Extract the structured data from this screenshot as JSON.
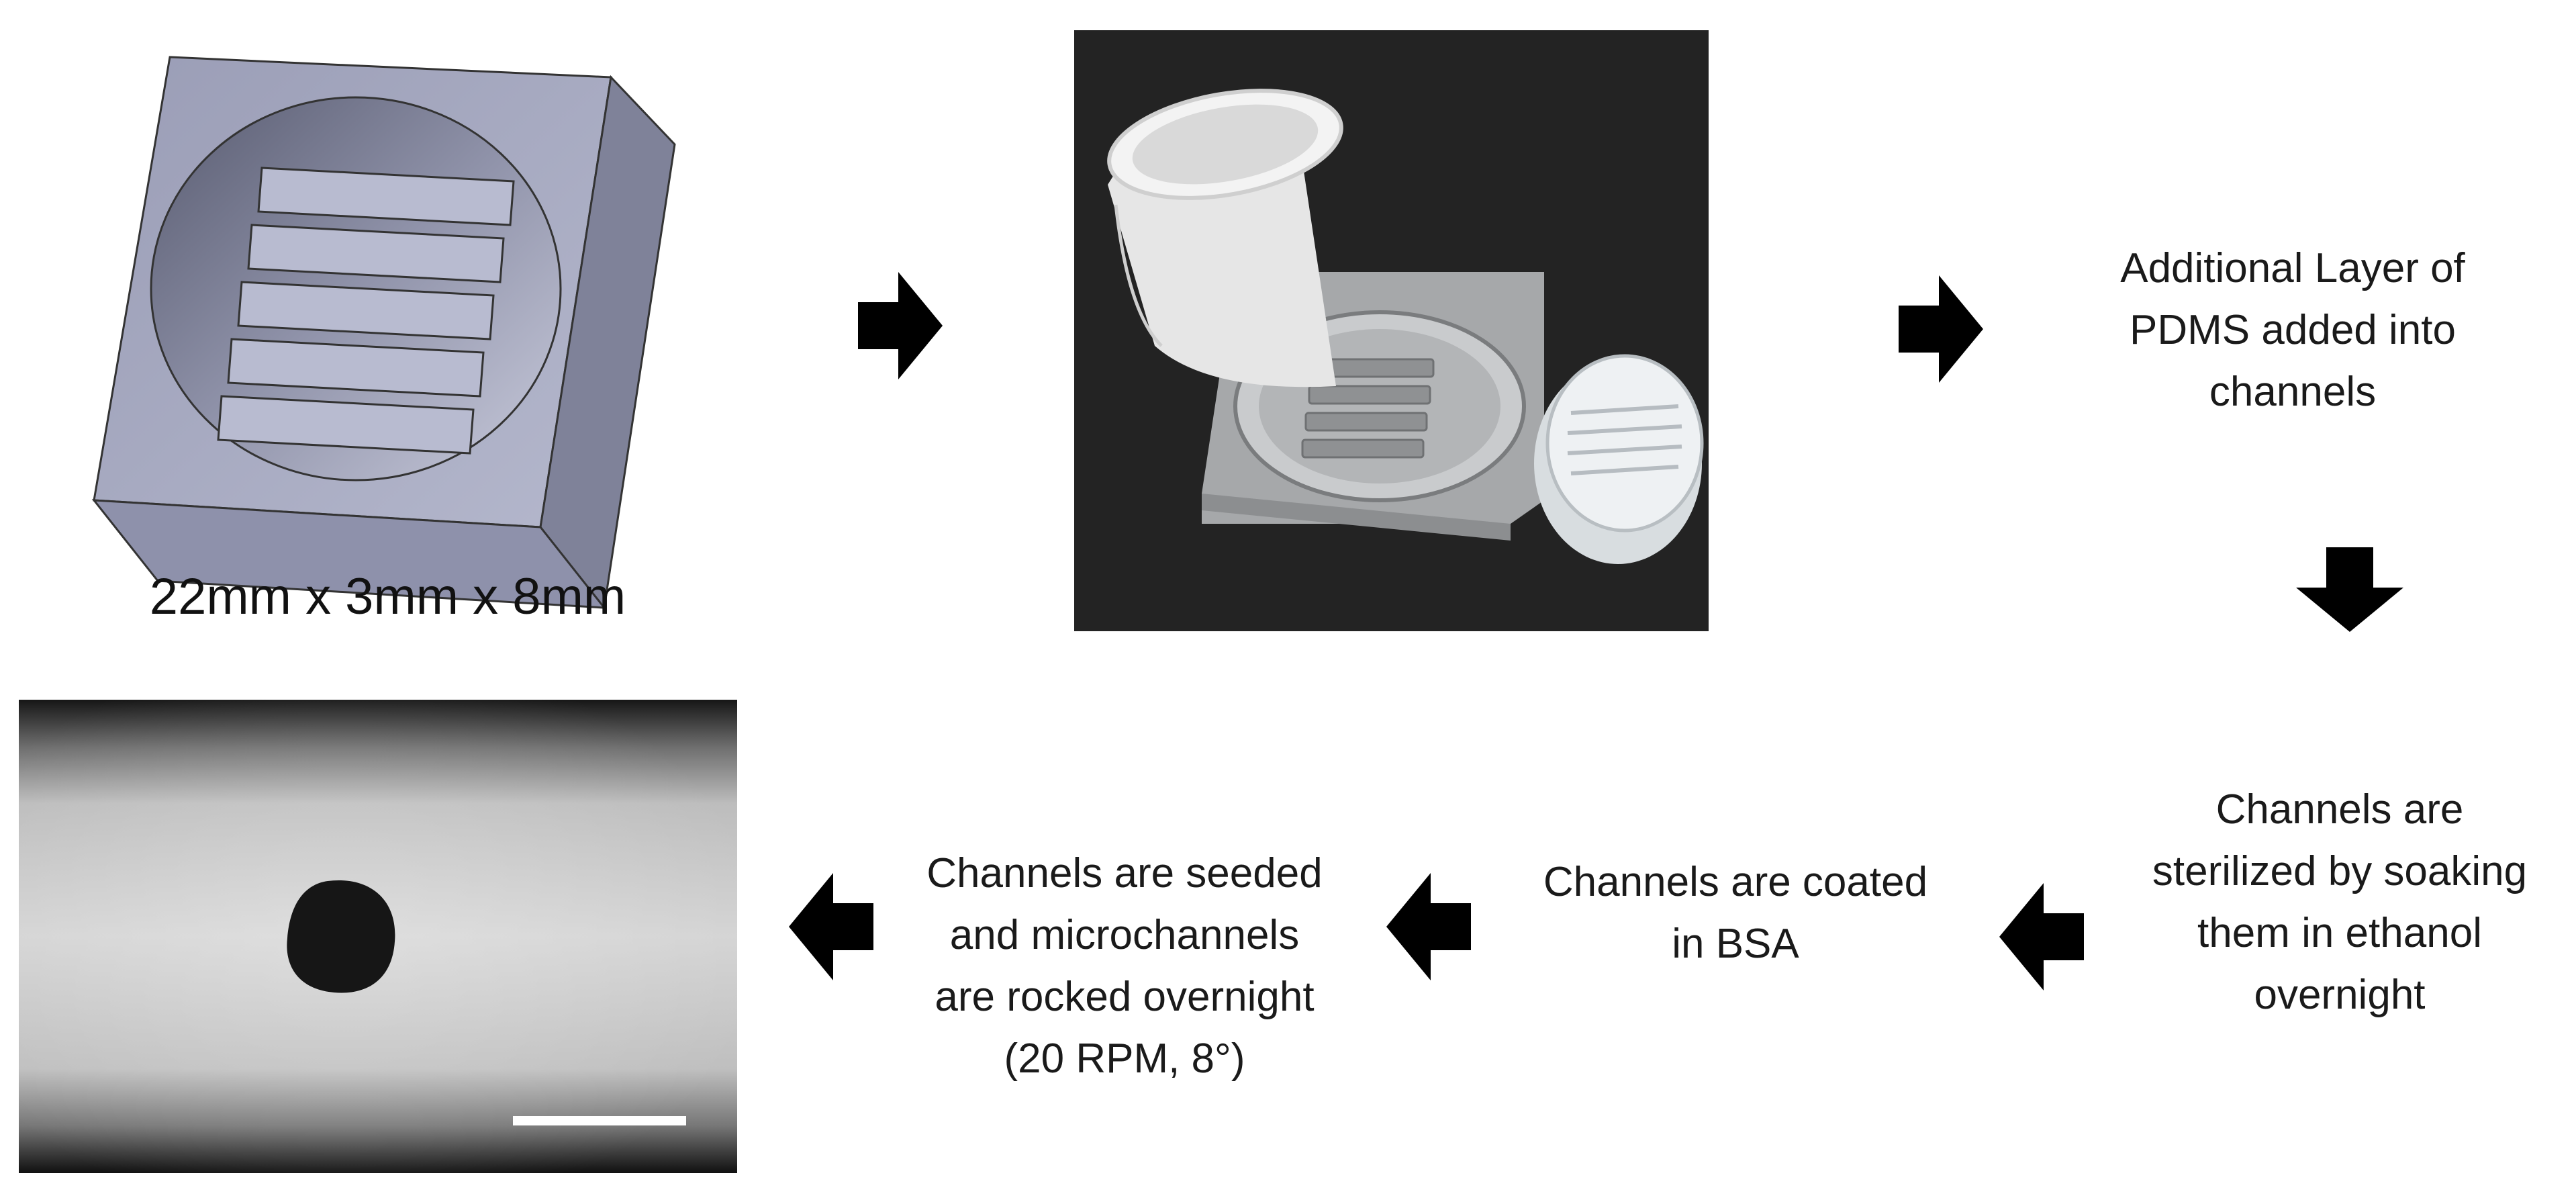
{
  "cad_panel": {
    "dimension_label": "22mm x 3mm x 8mm",
    "colors": {
      "face_top": "#a9acc4",
      "face_right": "#7e8199",
      "face_front": "#8f92ad",
      "bar": "#b9bcd2"
    }
  },
  "photo_panel": {
    "colors": {
      "background": "#1d1d1d",
      "white_ring": "#ececec",
      "gray_mold": "#a6a8aa",
      "pdms": "#dfe3e6"
    }
  },
  "microscopy_panel": {
    "colors": {
      "background": "#c8c8c8",
      "dark_edge": "#1a1a1a",
      "dot": "#161616",
      "scale_bar": "#ffffff"
    }
  },
  "steps": {
    "pdms_layer": [
      "Additional Layer of",
      "PDMS added into",
      "channels"
    ],
    "sterilize": [
      "Channels are",
      "sterilized by soaking",
      "them in ethanol",
      "overnight"
    ],
    "coat": [
      "Channels are coated",
      "in BSA"
    ],
    "seed": [
      "Channels are seeded",
      "and microchannels",
      "are rocked overnight",
      "(20 RPM, 8°)"
    ]
  },
  "arrows": {
    "color": "#000000",
    "sequence": [
      "right",
      "right",
      "down",
      "left",
      "left",
      "left"
    ]
  }
}
